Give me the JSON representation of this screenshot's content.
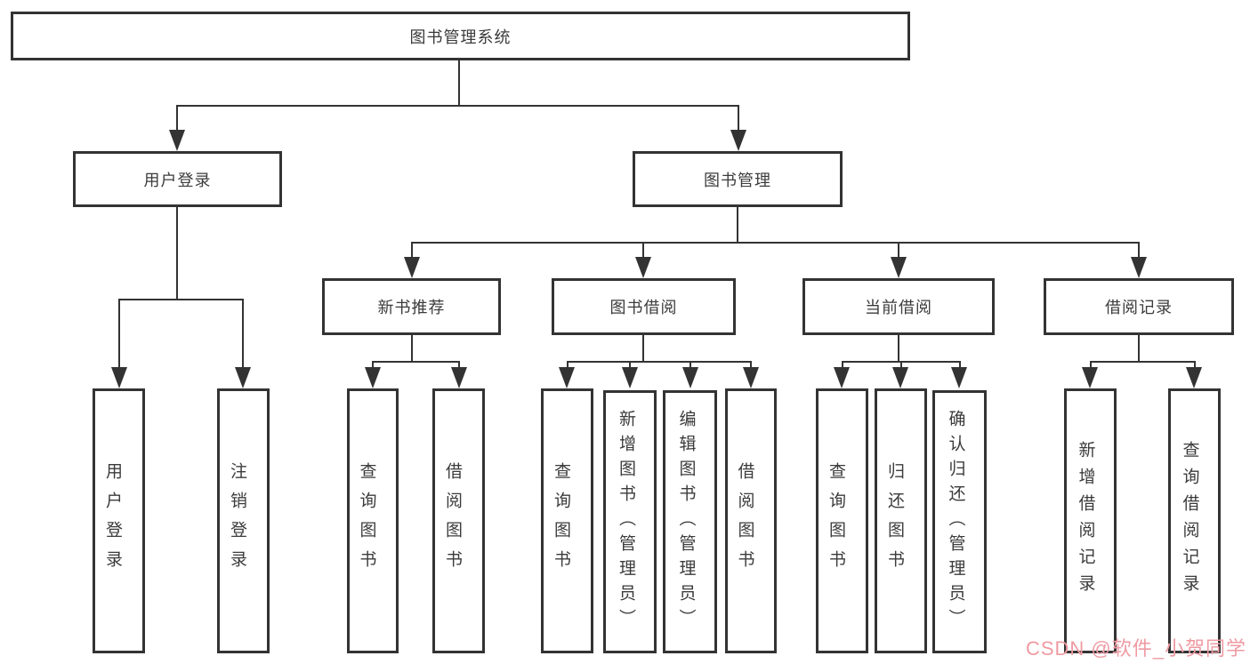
{
  "diagram": {
    "root": {
      "label": "图书管理系统"
    },
    "level2": {
      "user_login": {
        "label": "用户登录"
      },
      "book_mgmt": {
        "label": "图书管理"
      }
    },
    "level3": {
      "new_book_rec": {
        "label": "新书推荐"
      },
      "book_borrow": {
        "label": "图书借阅"
      },
      "current_borrow": {
        "label": "当前借阅"
      },
      "borrow_records": {
        "label": "借阅记录"
      }
    },
    "leaves": {
      "login": "用户登录",
      "logout": "注销登录",
      "rec_query": "查询图书",
      "rec_borrow": "借阅图书",
      "bb_query": "查询图书",
      "bb_add": "新增图书（管理员）",
      "bb_edit": "编辑图书（管理员）",
      "bb_borrow": "借阅图书",
      "cb_query": "查询图书",
      "cb_return": "归还图书",
      "cb_confirm": "确认归还（管理员）",
      "br_add": "新增借阅记录",
      "br_query": "查询借阅记录"
    }
  },
  "watermark": {
    "text": "CSDN @软件_小贺同学"
  },
  "colors": {
    "line": "#333333",
    "text": "#3b3b3b",
    "watermark": "#ef9aa2"
  }
}
